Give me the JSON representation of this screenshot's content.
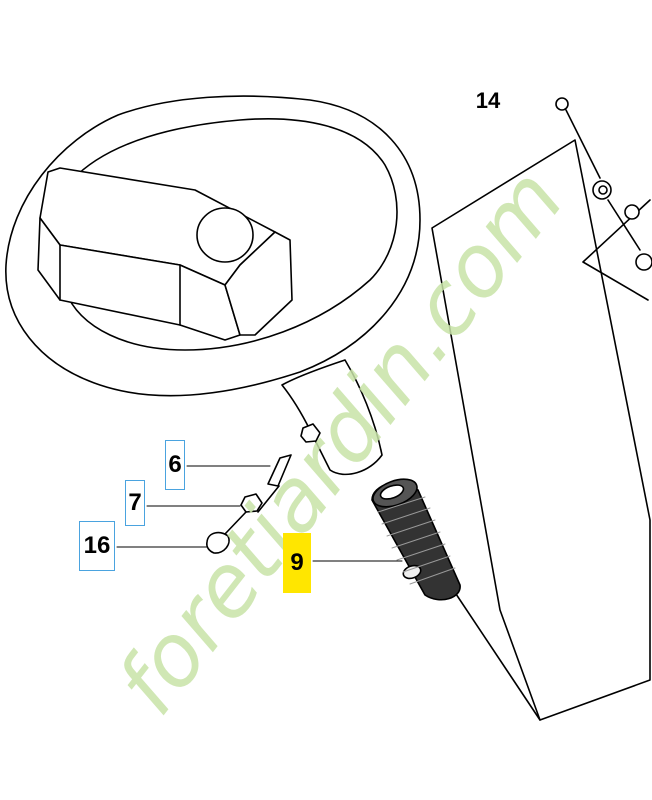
{
  "diagram": {
    "callouts": [
      {
        "id": "c14",
        "label": "14"
      },
      {
        "id": "c6",
        "label": "6"
      },
      {
        "id": "c7",
        "label": "7"
      },
      {
        "id": "c16",
        "label": "16"
      },
      {
        "id": "c9",
        "label": "9"
      }
    ],
    "highlight_color": "#ffe600",
    "box_border_color": "#4aa3df",
    "line_color": "#000000"
  },
  "watermark": {
    "text": "foretjardin.com",
    "color": "#c8e3a8"
  }
}
